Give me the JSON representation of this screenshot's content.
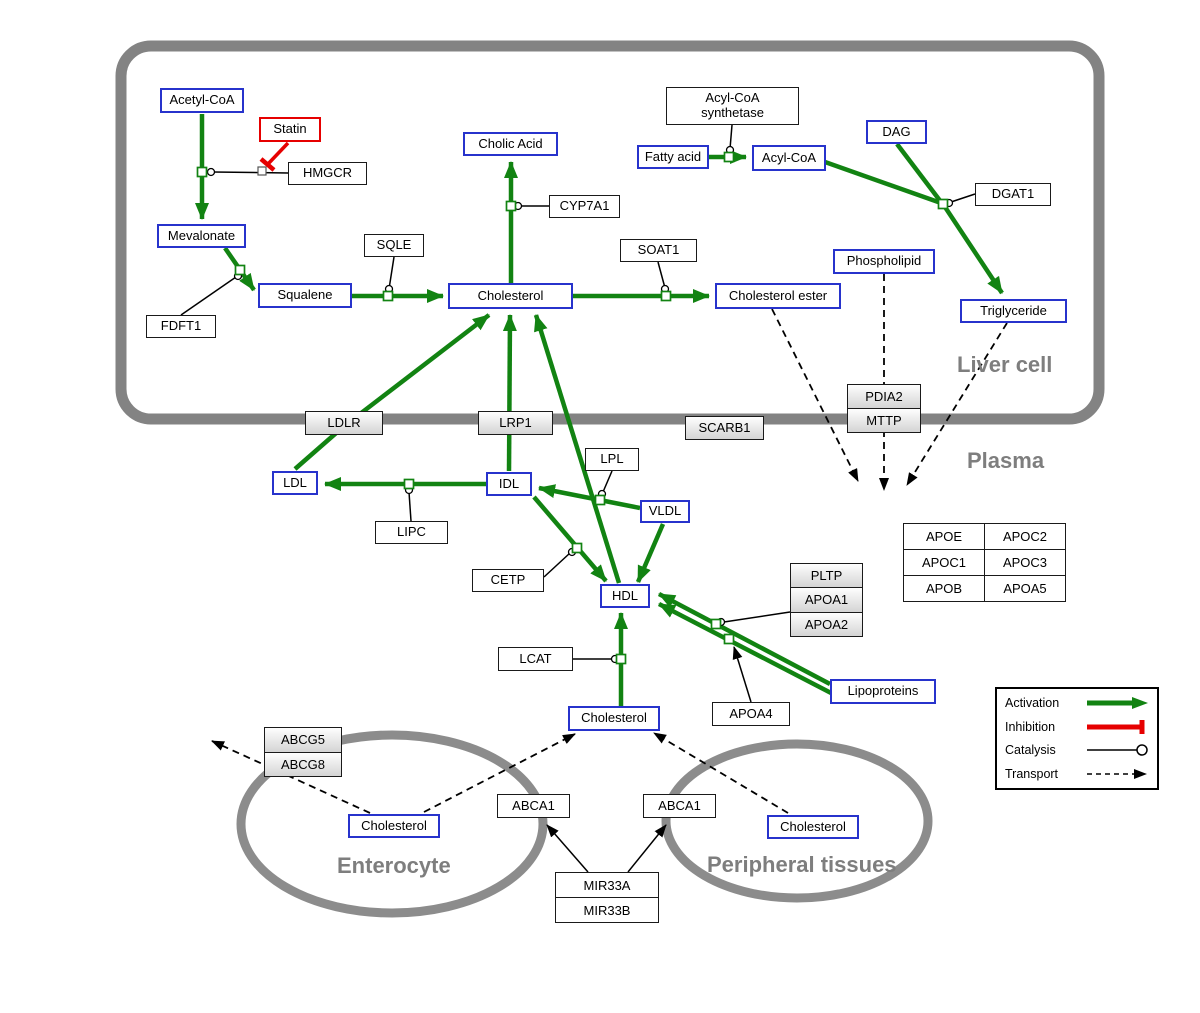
{
  "regions": {
    "liver_cell": "Liver cell",
    "plasma": "Plasma",
    "enterocyte": "Enterocyte",
    "peripheral_tissues": "Peripheral tissues"
  },
  "nodes": {
    "acetyl_coa": "Acetyl-CoA",
    "statin": "Statin",
    "hmgcr": "HMGCR",
    "mevalonate": "Mevalonate",
    "fdft1": "FDFT1",
    "squalene": "Squalene",
    "sqle": "SQLE",
    "cholesterol": "Cholesterol",
    "cholic_acid": "Cholic Acid",
    "cyp7a1": "CYP7A1",
    "soat1": "SOAT1",
    "cholesterol_ester": "Cholesterol ester",
    "acyl_coa_synthetase": "Acyl-CoA synthetase",
    "fatty_acid": "Fatty acid",
    "acyl_coa": "Acyl-CoA",
    "dag": "DAG",
    "dgat1": "DGAT1",
    "phospholipid": "Phospholipid",
    "triglyceride": "Triglyceride",
    "ldlr": "LDLR",
    "lrp1": "LRP1",
    "scarb1": "SCARB1",
    "ldl": "LDL",
    "idl": "IDL",
    "vldl": "VLDL",
    "hdl": "HDL",
    "lipc": "LIPC",
    "lpl": "LPL",
    "cetp": "CETP",
    "lcat": "LCAT",
    "apoa4": "APOA4",
    "lipoproteins": "Lipoproteins",
    "abca1": "ABCA1"
  },
  "stacks": {
    "pdia2_mttp": [
      "PDIA2",
      "MTTP"
    ],
    "pltp_apoa": [
      "PLTP",
      "APOA1",
      "APOA2"
    ],
    "abcg": [
      "ABCG5",
      "ABCG8"
    ],
    "mir33": [
      "MIR33A",
      "MIR33B"
    ]
  },
  "apo_table": [
    [
      "APOE",
      "APOC2"
    ],
    [
      "APOC1",
      "APOC3"
    ],
    [
      "APOB",
      "APOA5"
    ]
  ],
  "legend": {
    "activation": "Activation",
    "inhibition": "Inhibition",
    "catalysis": "Catalysis",
    "transport": "Transport"
  },
  "colors": {
    "activation_green": "#128312",
    "inhibition_red": "#e60000",
    "metabolite_blue": "#2733cc",
    "membrane_gray": "#838383"
  }
}
